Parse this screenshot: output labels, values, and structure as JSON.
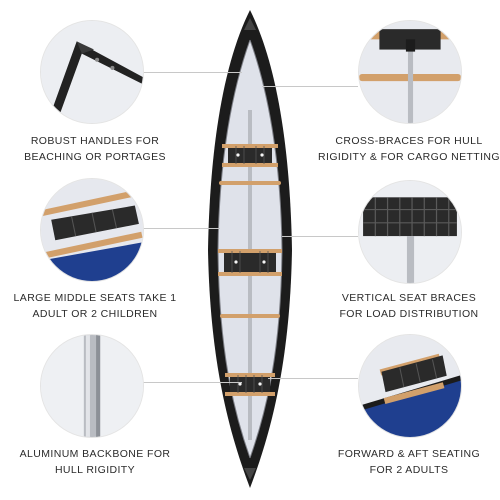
{
  "features": [
    {
      "id": "handles",
      "lines": [
        "ROBUST HANDLES FOR",
        "BEACHING OR PORTAGES"
      ]
    },
    {
      "id": "cross-braces",
      "lines": [
        "CROSS-BRACES FOR HULL",
        "RIGIDITY & FOR CARGO NETTING"
      ]
    },
    {
      "id": "middle-seats",
      "lines": [
        "LARGE MIDDLE SEATS TAKE 1",
        "ADULT OR 2 CHILDREN"
      ]
    },
    {
      "id": "seat-braces",
      "lines": [
        "VERTICAL SEAT BRACES",
        "FOR LOAD DISTRIBUTION"
      ]
    },
    {
      "id": "backbone",
      "lines": [
        "ALUMINUM BACKBONE FOR",
        "HULL RIGIDITY"
      ]
    },
    {
      "id": "seating",
      "lines": [
        "FORWARD & AFT SEATING",
        "FOR 2 ADULTS"
      ]
    }
  ],
  "colors": {
    "hull": "#1c1c1c",
    "deck": "#dfe2ea",
    "wood": "#d2a06b",
    "webbing": "#2a2a2a",
    "aluminum": "#b9bcc2",
    "blue_hull": "#1f3f8f",
    "text": "#2b2b2b"
  }
}
